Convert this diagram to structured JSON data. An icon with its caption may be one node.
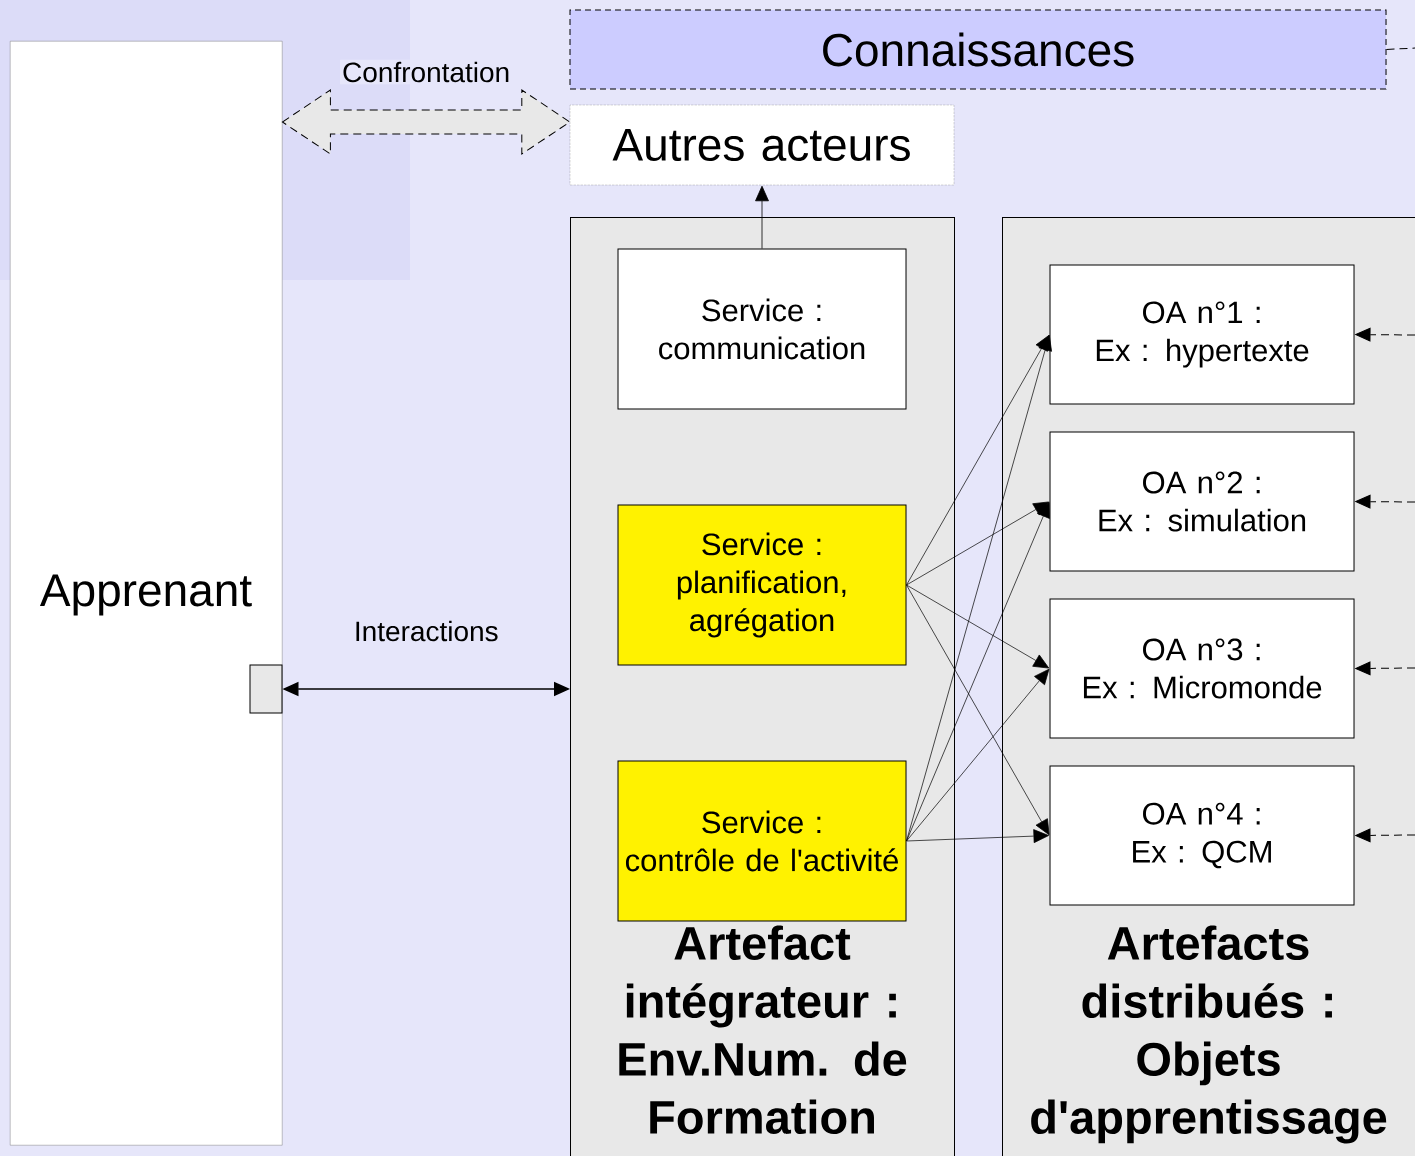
{
  "diagram": {
    "nodes": [
      {
        "text": [
          "Apprenant"
        ]
      },
      {
        "text": [],
        "shape": "box",
        "in": 0
      },
      {
        "text": [
          "Connaissances"
        ]
      },
      {
        "text": [
          "Autres acteurs"
        ]
      },
      {
        "text": [
          "Artefact intégrateur :",
          "Env.Num. de Formation"
        ]
      },
      {
        "text": [
          "Service :",
          "communication"
        ],
        "in": 4
      },
      {
        "text": [
          "Service :",
          "planification, agrégation"
        ],
        "in": 4
      },
      {
        "text": [
          "Service :",
          "contrôle de l'activité"
        ],
        "in": 4
      },
      {
        "text": [
          "Artefacts distribués :",
          "Objets d'apprentissage"
        ]
      },
      {
        "text": [
          "OA n°1 :",
          "Ex : hypertexte"
        ],
        "in": 8
      },
      {
        "text": [
          "OA n°2 :",
          "Ex : simulation"
        ],
        "in": 8
      },
      {
        "text": [
          "OA n°3 :",
          "Ex : Micromonde"
        ],
        "in": 8
      },
      {
        "text": [
          "OA n°4 :",
          "Ex : QCM"
        ],
        "in": 8
      }
    ],
    "edges": [
      {
        "from": 0,
        "to": 3,
        "arrow": "both",
        "label": "Confrontation",
        "style": "dashed"
      },
      {
        "from": 1,
        "to": 4,
        "arrow": "both",
        "label": "Interactions"
      },
      {
        "from": 5,
        "to": 3,
        "arrow": "to"
      },
      {
        "from": 6,
        "to": 9,
        "arrow": "to"
      },
      {
        "from": 6,
        "to": 10,
        "arrow": "to"
      },
      {
        "from": 6,
        "to": 11,
        "arrow": "to"
      },
      {
        "from": 6,
        "to": 12,
        "arrow": "to"
      },
      {
        "from": 7,
        "to": 9,
        "arrow": "to"
      },
      {
        "from": 7,
        "to": 10,
        "arrow": "to"
      },
      {
        "from": 7,
        "to": 11,
        "arrow": "to"
      },
      {
        "from": 7,
        "to": 12,
        "arrow": "to"
      },
      {
        "from": null,
        "to": 9,
        "arrow": "to",
        "style": "dashed"
      },
      {
        "from": null,
        "to": 10,
        "arrow": "to",
        "style": "dashed"
      },
      {
        "from": null,
        "to": 11,
        "arrow": "to",
        "style": "dashed"
      },
      {
        "from": null,
        "to": 12,
        "arrow": "to",
        "style": "dashed"
      },
      {
        "from": 2,
        "to": null,
        "arrow": "none",
        "style": "dashed"
      }
    ]
  }
}
